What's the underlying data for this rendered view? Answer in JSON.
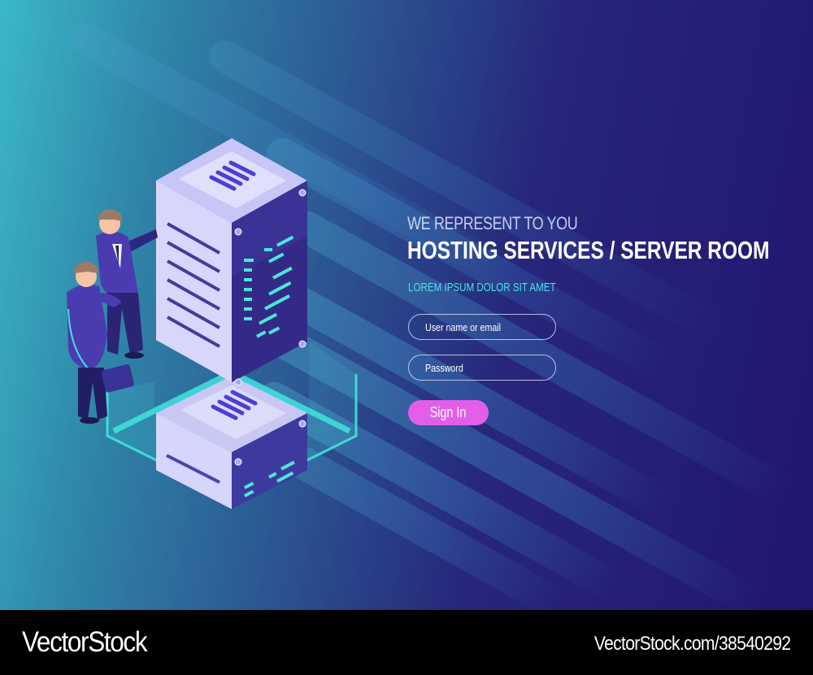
{
  "hero": {
    "eyebrow": "WE REPRESENT TO YOU",
    "title": "HOSTING SERVICES / SERVER ROOM",
    "subtitle": "LOREM IPSUM DOLOR SIT AMET"
  },
  "login_form": {
    "username_placeholder": "User name or email",
    "password_placeholder": "Password",
    "sign_in_label": "Sign In"
  },
  "colors": {
    "accent_button": "#e25ee9",
    "subtitle_cyan": "#4ee0e8",
    "background_left": "#3bb8c8",
    "background_right": "#211670",
    "server_panel": "#3a3294",
    "server_led": "#4de6d8",
    "glow_base": "#3fe5dc"
  },
  "illustration": {
    "icons": [
      "server-tower-icon",
      "server-box-icon",
      "businessman-figure",
      "businessman-with-briefcase-figure"
    ]
  },
  "footer": {
    "brand": "VectorStock",
    "image_id": "VectorStock.com/38540292"
  }
}
